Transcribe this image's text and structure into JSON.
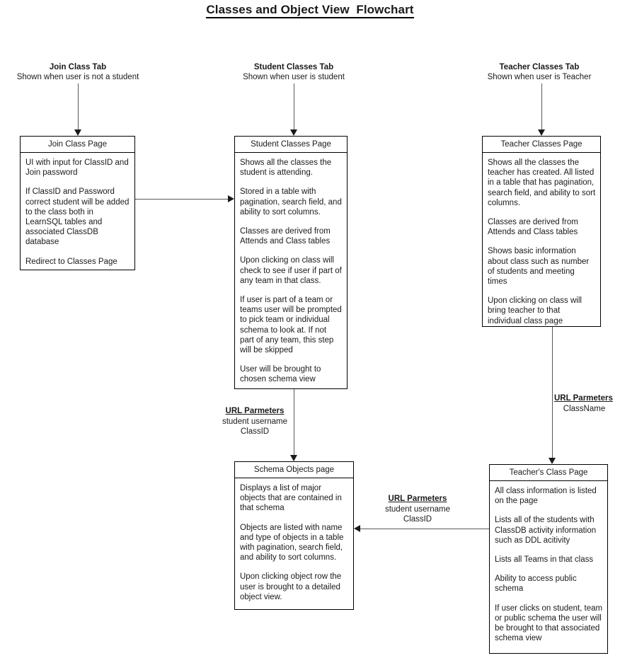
{
  "title": "Classes and Object View  Flowchart",
  "column_headers": [
    {
      "title": "Join Class Tab",
      "subtitle": "Shown when user is not a student"
    },
    {
      "title": "Student Classes Tab",
      "subtitle": "Shown when user is student"
    },
    {
      "title": "Teacher Classes Tab",
      "subtitle": "Shown when user is Teacher"
    }
  ],
  "boxes": {
    "join_class_page": {
      "header": "Join Class Page",
      "paragraphs": [
        "UI with input for ClassID and Join password",
        "If ClassID and Password correct student will be added to the class both in LearnSQL tables and associated ClassDB database",
        "Redirect to Classes Page"
      ]
    },
    "student_classes_page": {
      "header": "Student Classes Page",
      "paragraphs": [
        "Shows all the classes the student is attending.",
        "Stored in a table with pagination, search field, and ability to sort columns.",
        "Classes are derived from Attends and Class tables",
        "Upon clicking on class will check to see if user if part of any team in that class.",
        "If user is part of a team or teams user will be prompted to pick team or individual schema to look at. If not part of any team, this step will be skipped",
        "User will be brought to chosen schema view"
      ]
    },
    "teacher_classes_page": {
      "header": "Teacher Classes Page",
      "paragraphs": [
        "Shows all the classes the teacher has created. All listed in a table that has pagination, search field, and ability to sort columns.",
        "Classes are derived from Attends and Class tables",
        "Shows basic information about class such as number of students and meeting times",
        "Upon clicking on class will bring teacher to that individual class page"
      ]
    },
    "schema_objects_page": {
      "header": "Schema Objects page",
      "paragraphs": [
        "Displays a list of major objects that are contained in that schema",
        "Objects are listed with name and type of objects in a table with pagination, search field, and ability to sort columns.",
        "Upon clicking object row the user is brought to a detailed object view."
      ]
    },
    "teachers_class_page": {
      "header": "Teacher's Class Page",
      "paragraphs": [
        "All class information is listed on the page",
        "Lists all of the students with ClassDB activity information such as DDL acitivity",
        "Lists all Teams in that class",
        "Ability to access public schema",
        "If user clicks on student, team or public schema the user will be brought to that associated schema view"
      ]
    }
  },
  "url_notes": {
    "student_to_schema": {
      "title": "URL Parmeters",
      "lines": [
        "student username",
        "ClassID"
      ]
    },
    "teacher_to_class": {
      "title": "URL Parmeters",
      "lines": [
        "ClassName"
      ]
    },
    "teacher_class_to_schema": {
      "title": "URL Parmeters",
      "lines": [
        "student username",
        "ClassID"
      ]
    }
  },
  "colors": {
    "background": "#ffffff",
    "stroke": "#000000",
    "connector": "#595959",
    "text": "#1a1a1a"
  }
}
